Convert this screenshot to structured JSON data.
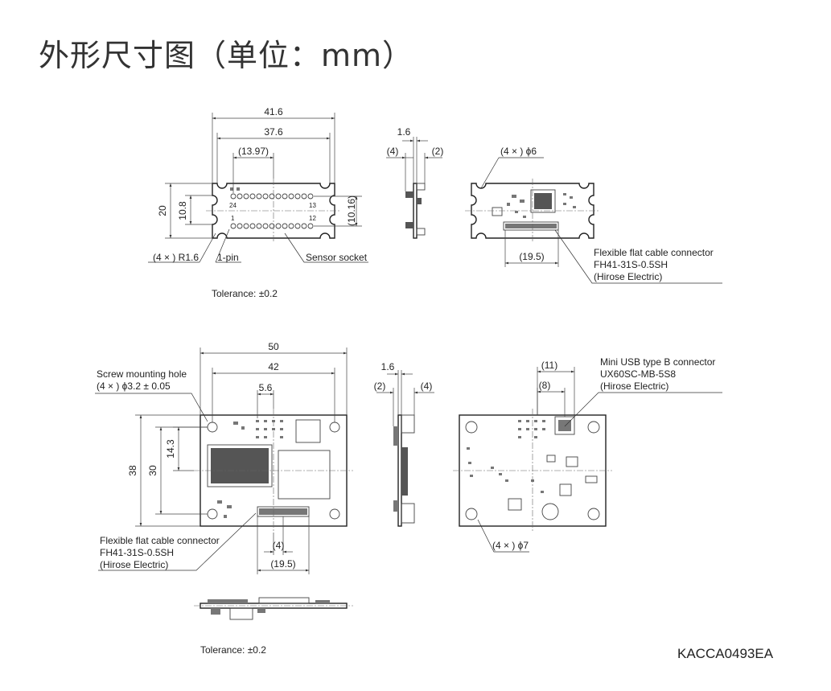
{
  "title": "外形尺寸图（单位：mm）",
  "doc_code": "KACCA0493EA",
  "top_section": {
    "front": {
      "dims": {
        "width_outer": "41.6",
        "width_inner": "37.6",
        "offset": "(13.97)",
        "height_outer": "20",
        "height_inner": "10.8",
        "pitch": "(10.16)"
      },
      "pin_labels": {
        "p24": "24",
        "p13": "13",
        "p1": "1",
        "p12": "12"
      },
      "corner_radius": "(4 × ) R1.6",
      "pin1": "1-pin",
      "socket": "Sensor socket"
    },
    "side": {
      "dims": {
        "thickness": "1.6",
        "left": "(4)",
        "right": "(2)"
      }
    },
    "back": {
      "holes": "(4 × ) ϕ6",
      "ffc_width": "(19.5)",
      "ffc_label": [
        "Flexible flat cable connector",
        "FH41-31S-0.5SH",
        "(Hirose Electric)"
      ]
    },
    "tolerance": "Tolerance: ±0.2"
  },
  "bottom_section": {
    "front": {
      "dims": {
        "width_outer": "50",
        "width_inner": "42",
        "offset": "5.6",
        "height_outer": "38",
        "height_inner": "30",
        "center_offset": "14.3",
        "ffc_offset": "(4)",
        "ffc_width": "(19.5)"
      },
      "screw_label": [
        "Screw mounting hole",
        "(4 × ) ϕ3.2 ± 0.05"
      ],
      "ffc_label": [
        "Flexible flat cable connector",
        "FH41-31S-0.5SH",
        "(Hirose Electric)"
      ]
    },
    "side": {
      "dims": {
        "thickness": "1.6",
        "left": "(2)",
        "right": "(4)"
      }
    },
    "back": {
      "dims": {
        "usb_width": "(11)",
        "usb_offset": "(8)"
      },
      "holes": "(4 × ) ϕ7",
      "usb_label": [
        "Mini USB type B connector",
        "UX60SC-MB-5S8",
        "(Hirose Electric)"
      ]
    },
    "tolerance": "Tolerance: ±0.2"
  }
}
